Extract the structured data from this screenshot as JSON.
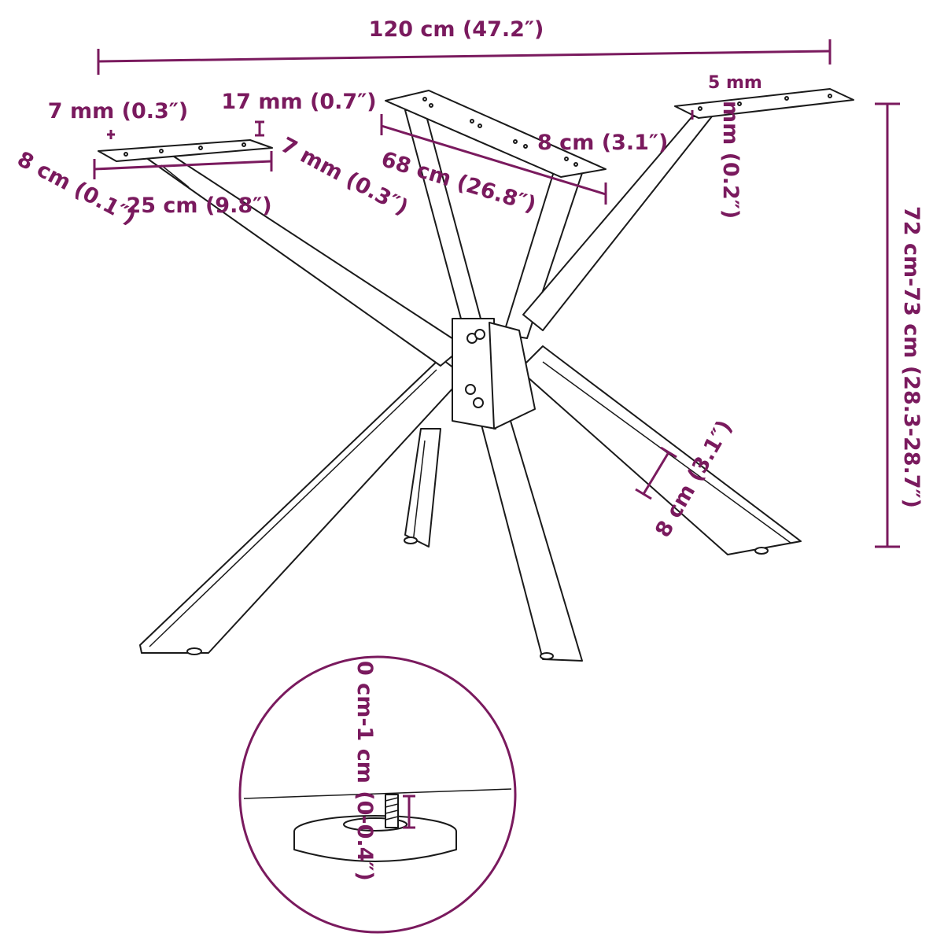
{
  "labels": {
    "overall_width": "120 cm (47.2″)",
    "overall_height": "72 cm-73 cm (28.3-28.7″)",
    "plate_thickness_small": "7 mm (0.3″)",
    "plate_end_offset": "17 mm (0.7″)",
    "plate_width": "8 cm (0.1″)",
    "plate_length": "25 cm (9.8″)",
    "leg_wall": "7 mm (0.3″)",
    "top_plate_length": "68 cm (26.8″)",
    "top_plate_width": "8 cm (3.1″)",
    "right_plate_thickness_a": "5 mm",
    "right_plate_thickness_b": "mm (0.2″)",
    "leg_section": "8 cm (3.1″)",
    "foot_adjust": "0 cm-1 cm (0-0.4″)"
  },
  "colors": {
    "annotation": "#7a1a5e",
    "drawing": "#1a1a1a",
    "background": "#ffffff"
  }
}
